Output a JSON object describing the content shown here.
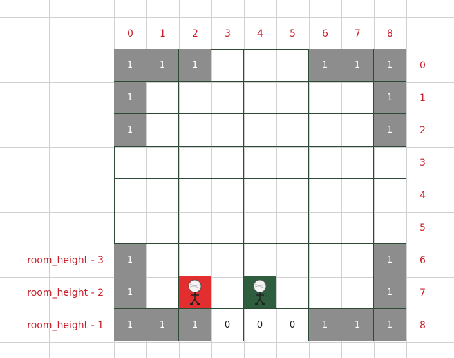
{
  "columns": [
    "0",
    "1",
    "2",
    "3",
    "4",
    "5",
    "6",
    "7",
    "8"
  ],
  "rows": [
    "0",
    "1",
    "2",
    "3",
    "4",
    "5",
    "6",
    "7",
    "8"
  ],
  "side_labels": [
    {
      "row": 6,
      "text": "room_height - 3"
    },
    {
      "row": 7,
      "text": "room_height - 2"
    },
    {
      "row": 8,
      "text": "room_height - 1"
    }
  ],
  "grid": [
    [
      "1",
      "1",
      "1",
      "",
      "",
      "",
      "1",
      "1",
      "1"
    ],
    [
      "1",
      "",
      "",
      "",
      "",
      "",
      "",
      "",
      "1"
    ],
    [
      "1",
      "",
      "",
      "",
      "",
      "",
      "",
      "",
      "1"
    ],
    [
      "",
      "",
      "",
      "",
      "",
      "",
      "",
      "",
      ""
    ],
    [
      "",
      "",
      "",
      "",
      "",
      "",
      "",
      "",
      ""
    ],
    [
      "",
      "",
      "",
      "",
      "",
      "",
      "",
      "",
      ""
    ],
    [
      "1",
      "",
      "",
      "",
      "",
      "",
      "",
      "",
      "1"
    ],
    [
      "1",
      "",
      "",
      "",
      "",
      "",
      "",
      "",
      "1"
    ],
    [
      "1",
      "1",
      "1",
      "0",
      "0",
      "0",
      "1",
      "1",
      "1"
    ]
  ],
  "highlights": [
    {
      "row": 7,
      "col": 2,
      "color": "#e22e2e",
      "icon": "player-sprite-icon"
    },
    {
      "row": 7,
      "col": 4,
      "color": "#2e5e3e",
      "icon": "player-sprite-icon"
    }
  ],
  "colors": {
    "wall": "#8d8d8d",
    "label": "#c8202a",
    "border": "#2d4a36"
  }
}
